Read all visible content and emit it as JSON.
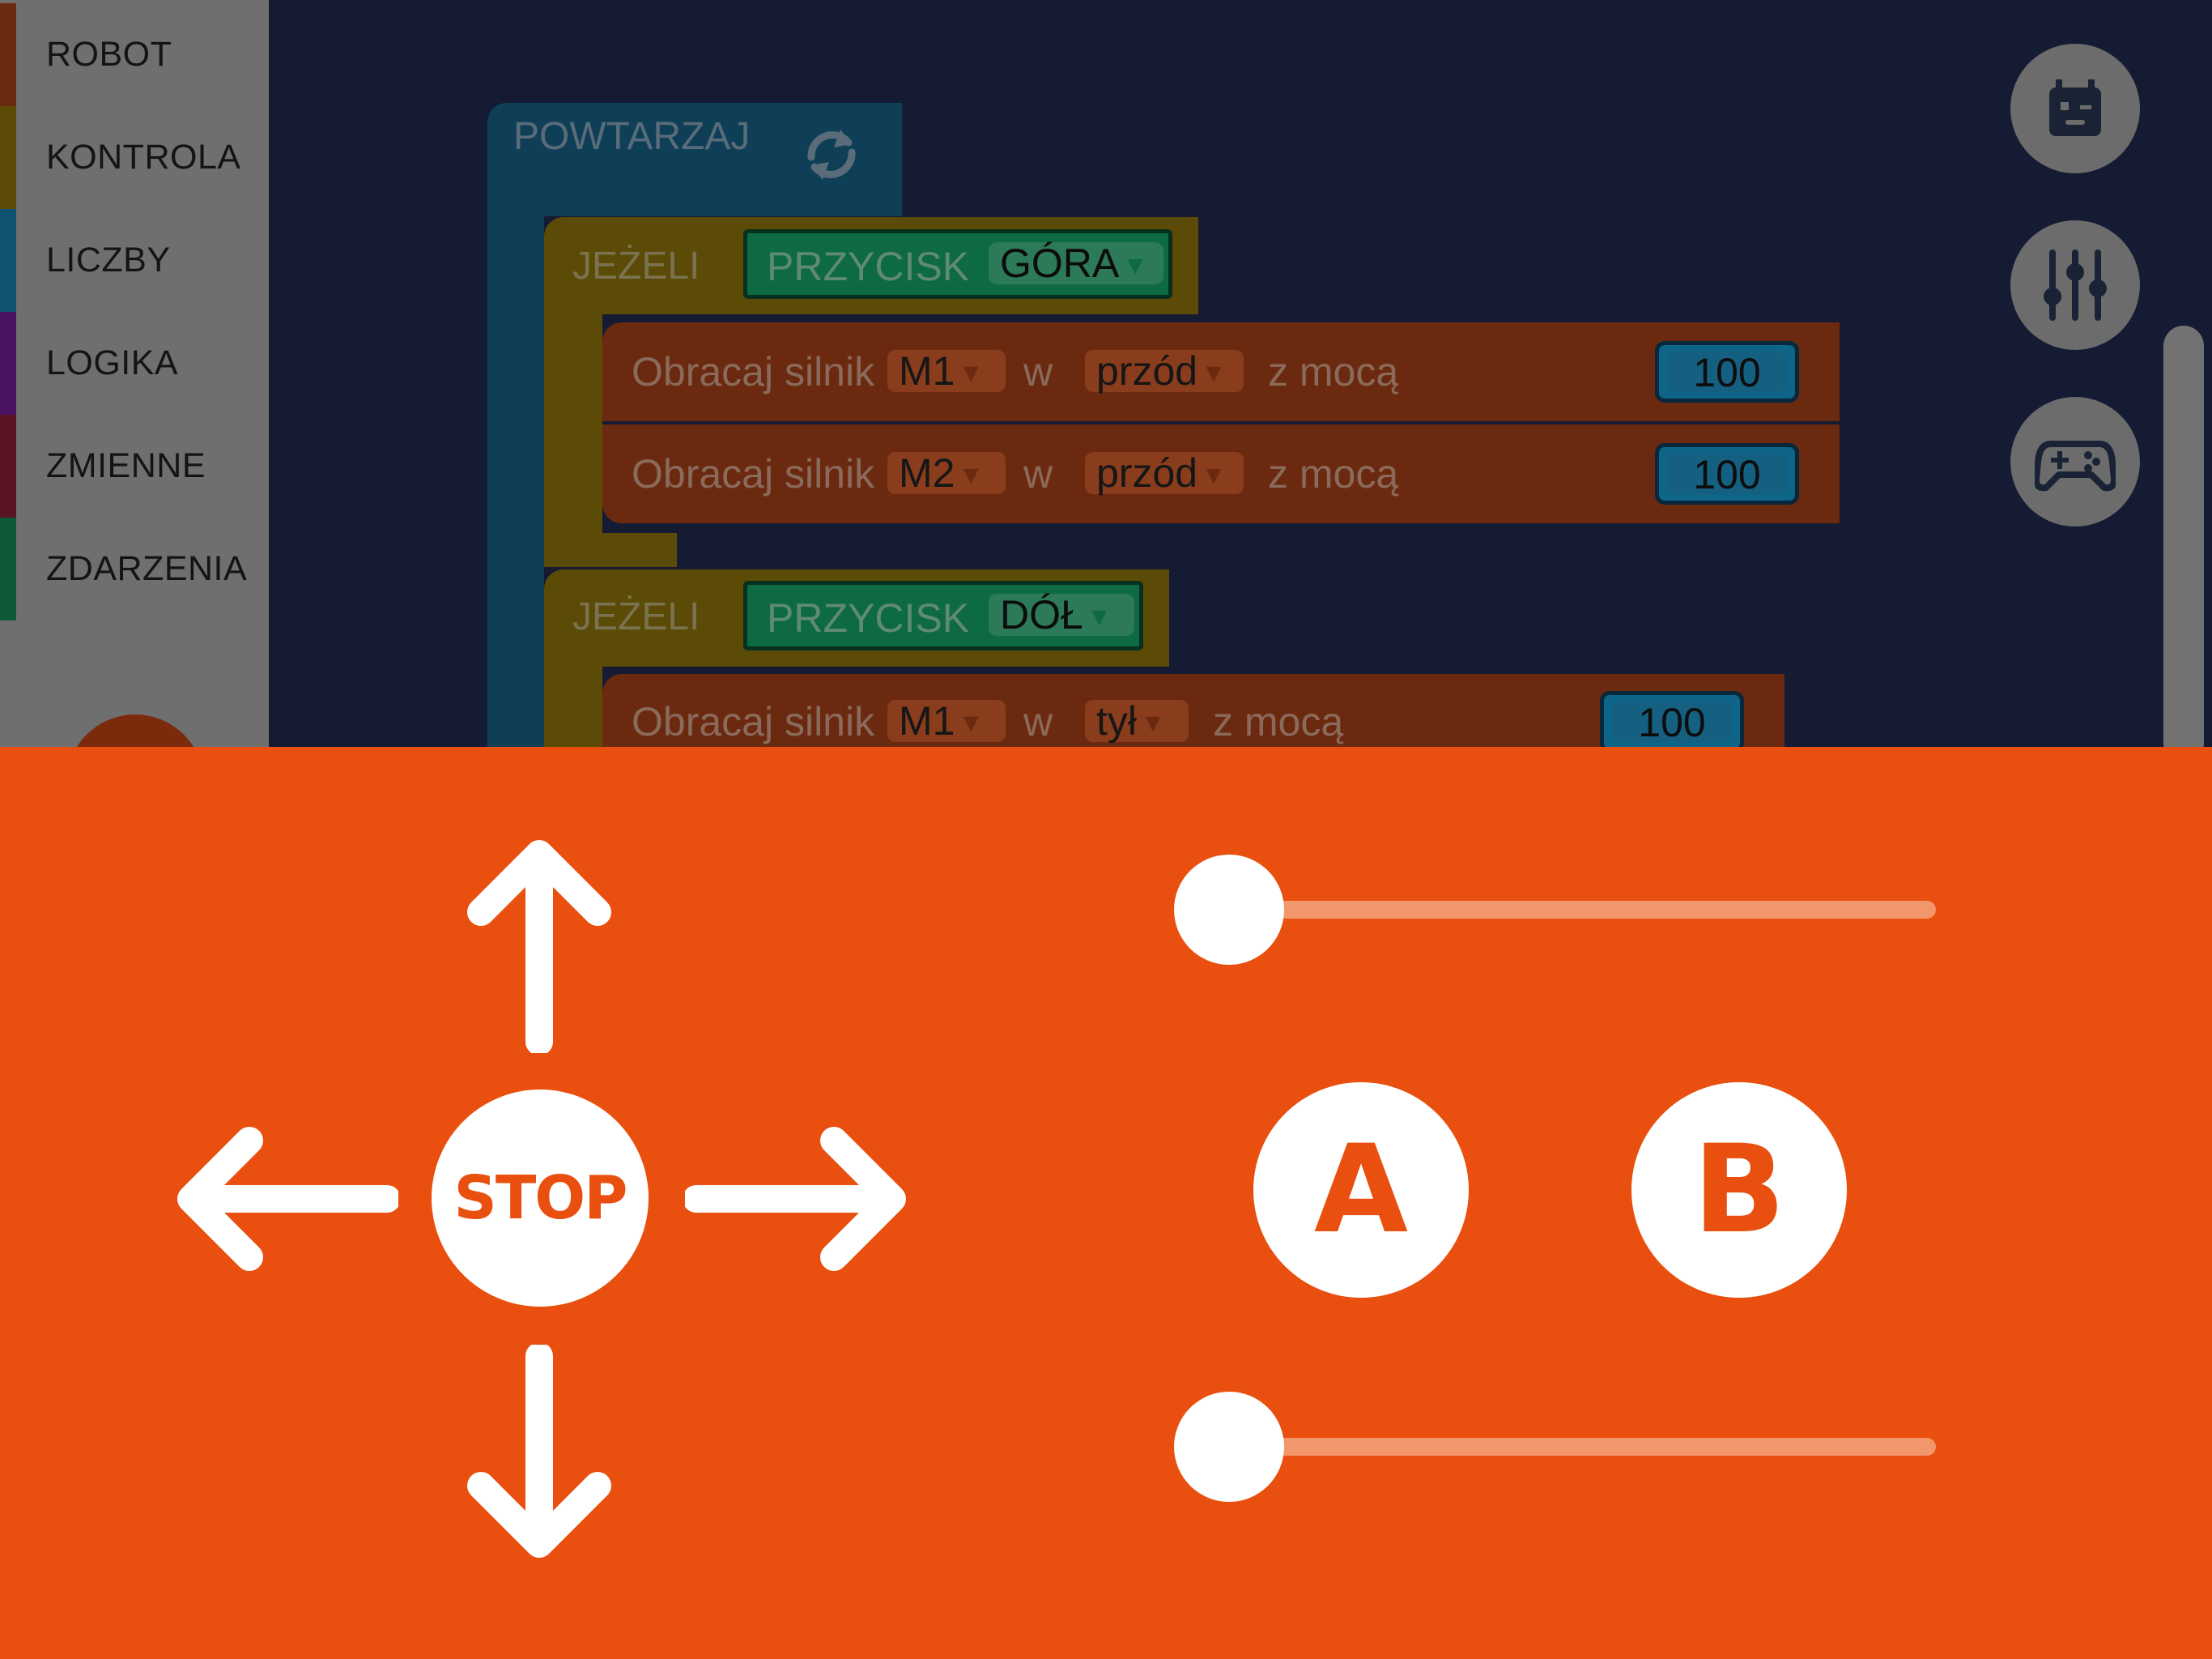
{
  "sidebar": {
    "categories": [
      {
        "label": "ROBOT",
        "color": "#6b2a12"
      },
      {
        "label": "KONTROLA",
        "color": "#5d4a07"
      },
      {
        "label": "LICZBY",
        "color": "#0e5470"
      },
      {
        "label": "LOGIKA",
        "color": "#4b1462"
      },
      {
        "label": "ZMIENNE",
        "color": "#5a1424"
      },
      {
        "label": "ZDARZENIA",
        "color": "#0e5a36"
      }
    ]
  },
  "workspace": {
    "repeat_block": {
      "label": "POWTARZAJ",
      "color": "#0e3f57"
    },
    "if_blocks": [
      {
        "label": "JEŻELI",
        "condition": {
          "label": "PRZYCISK",
          "value": "GÓRA"
        },
        "actions": [
          {
            "text": "Obracaj silnik",
            "motor": "M1",
            "w": "w",
            "direction": "przód",
            "power_label": "z mocą",
            "power": "100"
          },
          {
            "text": "Obracaj silnik",
            "motor": "M2",
            "w": "w",
            "direction": "przód",
            "power_label": "z mocą",
            "power": "100"
          }
        ]
      },
      {
        "label": "JEŻELI",
        "condition": {
          "label": "PRZYCISK",
          "value": "DÓŁ"
        },
        "actions": [
          {
            "text": "Obracaj silnik",
            "motor": "M1",
            "w": "w",
            "direction": "tył",
            "power_label": "z mocą",
            "power": "100"
          }
        ]
      }
    ],
    "colors": {
      "if": "#5c4b06",
      "action": "#6b2a10",
      "boolean": "#0e6a42",
      "number": "#0e6588"
    }
  },
  "tools": [
    "robot-face-icon",
    "sliders-icon",
    "gamepad-icon"
  ],
  "controller": {
    "background": "#e94f0e",
    "stop_label": "STOP",
    "button_a": "A",
    "button_b": "B",
    "slider_top_value": 0,
    "slider_bottom_value": 0
  }
}
